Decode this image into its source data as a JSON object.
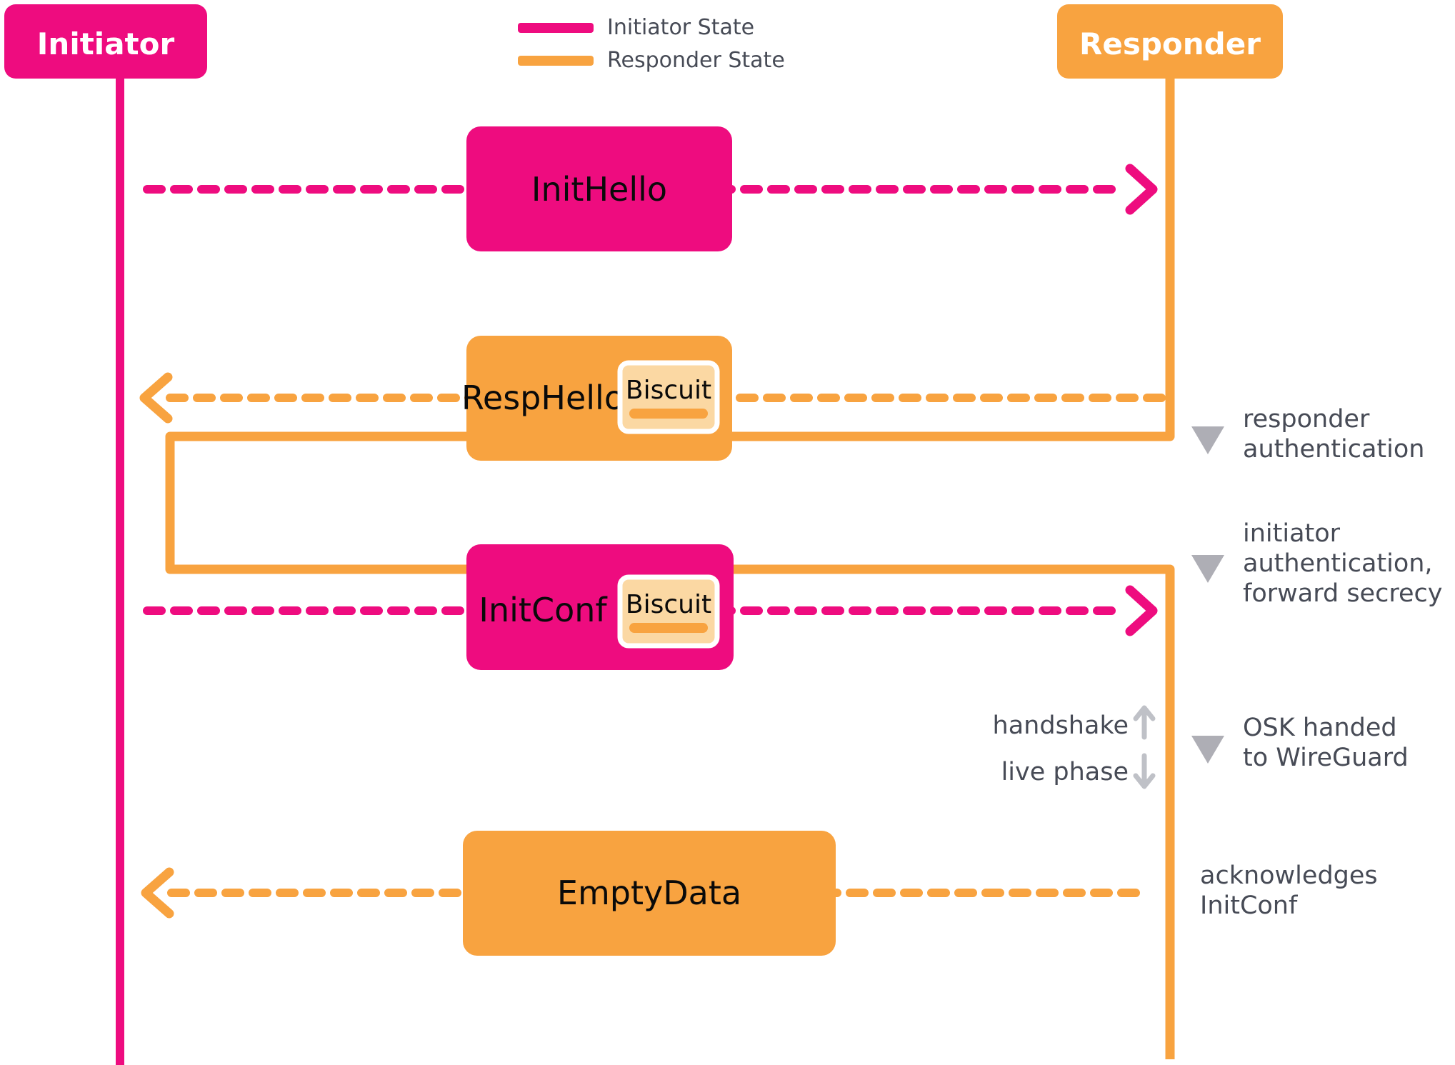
{
  "colors": {
    "pink": "#EE0C7F",
    "orange": "#F8A340",
    "biscuit_fill": "#FBD8A3",
    "triangle_gray": "#AEAEB5",
    "arrow_gray": "#BFC1C7",
    "text_dark": "#474B56",
    "label_black": "#0A0A0A"
  },
  "header": {
    "initiator": "Initiator",
    "responder": "Responder"
  },
  "legend": {
    "items": [
      {
        "label": "Initiator State"
      },
      {
        "label": "Responder State"
      }
    ]
  },
  "messages": [
    {
      "label": "InitHello",
      "from": "initiator",
      "to": "responder"
    },
    {
      "label": "RespHello",
      "from": "responder",
      "to": "initiator",
      "biscuit": "Biscuit"
    },
    {
      "label": "InitConf",
      "from": "initiator",
      "to": "responder",
      "biscuit": "Biscuit"
    },
    {
      "label": "EmptyData",
      "from": "responder",
      "to": "initiator"
    }
  ],
  "annotations": {
    "responder_auth": {
      "line1": "responder",
      "line2": "authentication"
    },
    "initiator_auth": {
      "line1": "initiator",
      "line2": "authentication,",
      "line3": "forward secrecy"
    },
    "phase": {
      "top": "handshake",
      "bottom": "live phase"
    },
    "osk": {
      "line1": "OSK handed",
      "line2": "to WireGuard"
    },
    "ack": {
      "line1": "acknowledges",
      "line2": "InitConf"
    }
  }
}
